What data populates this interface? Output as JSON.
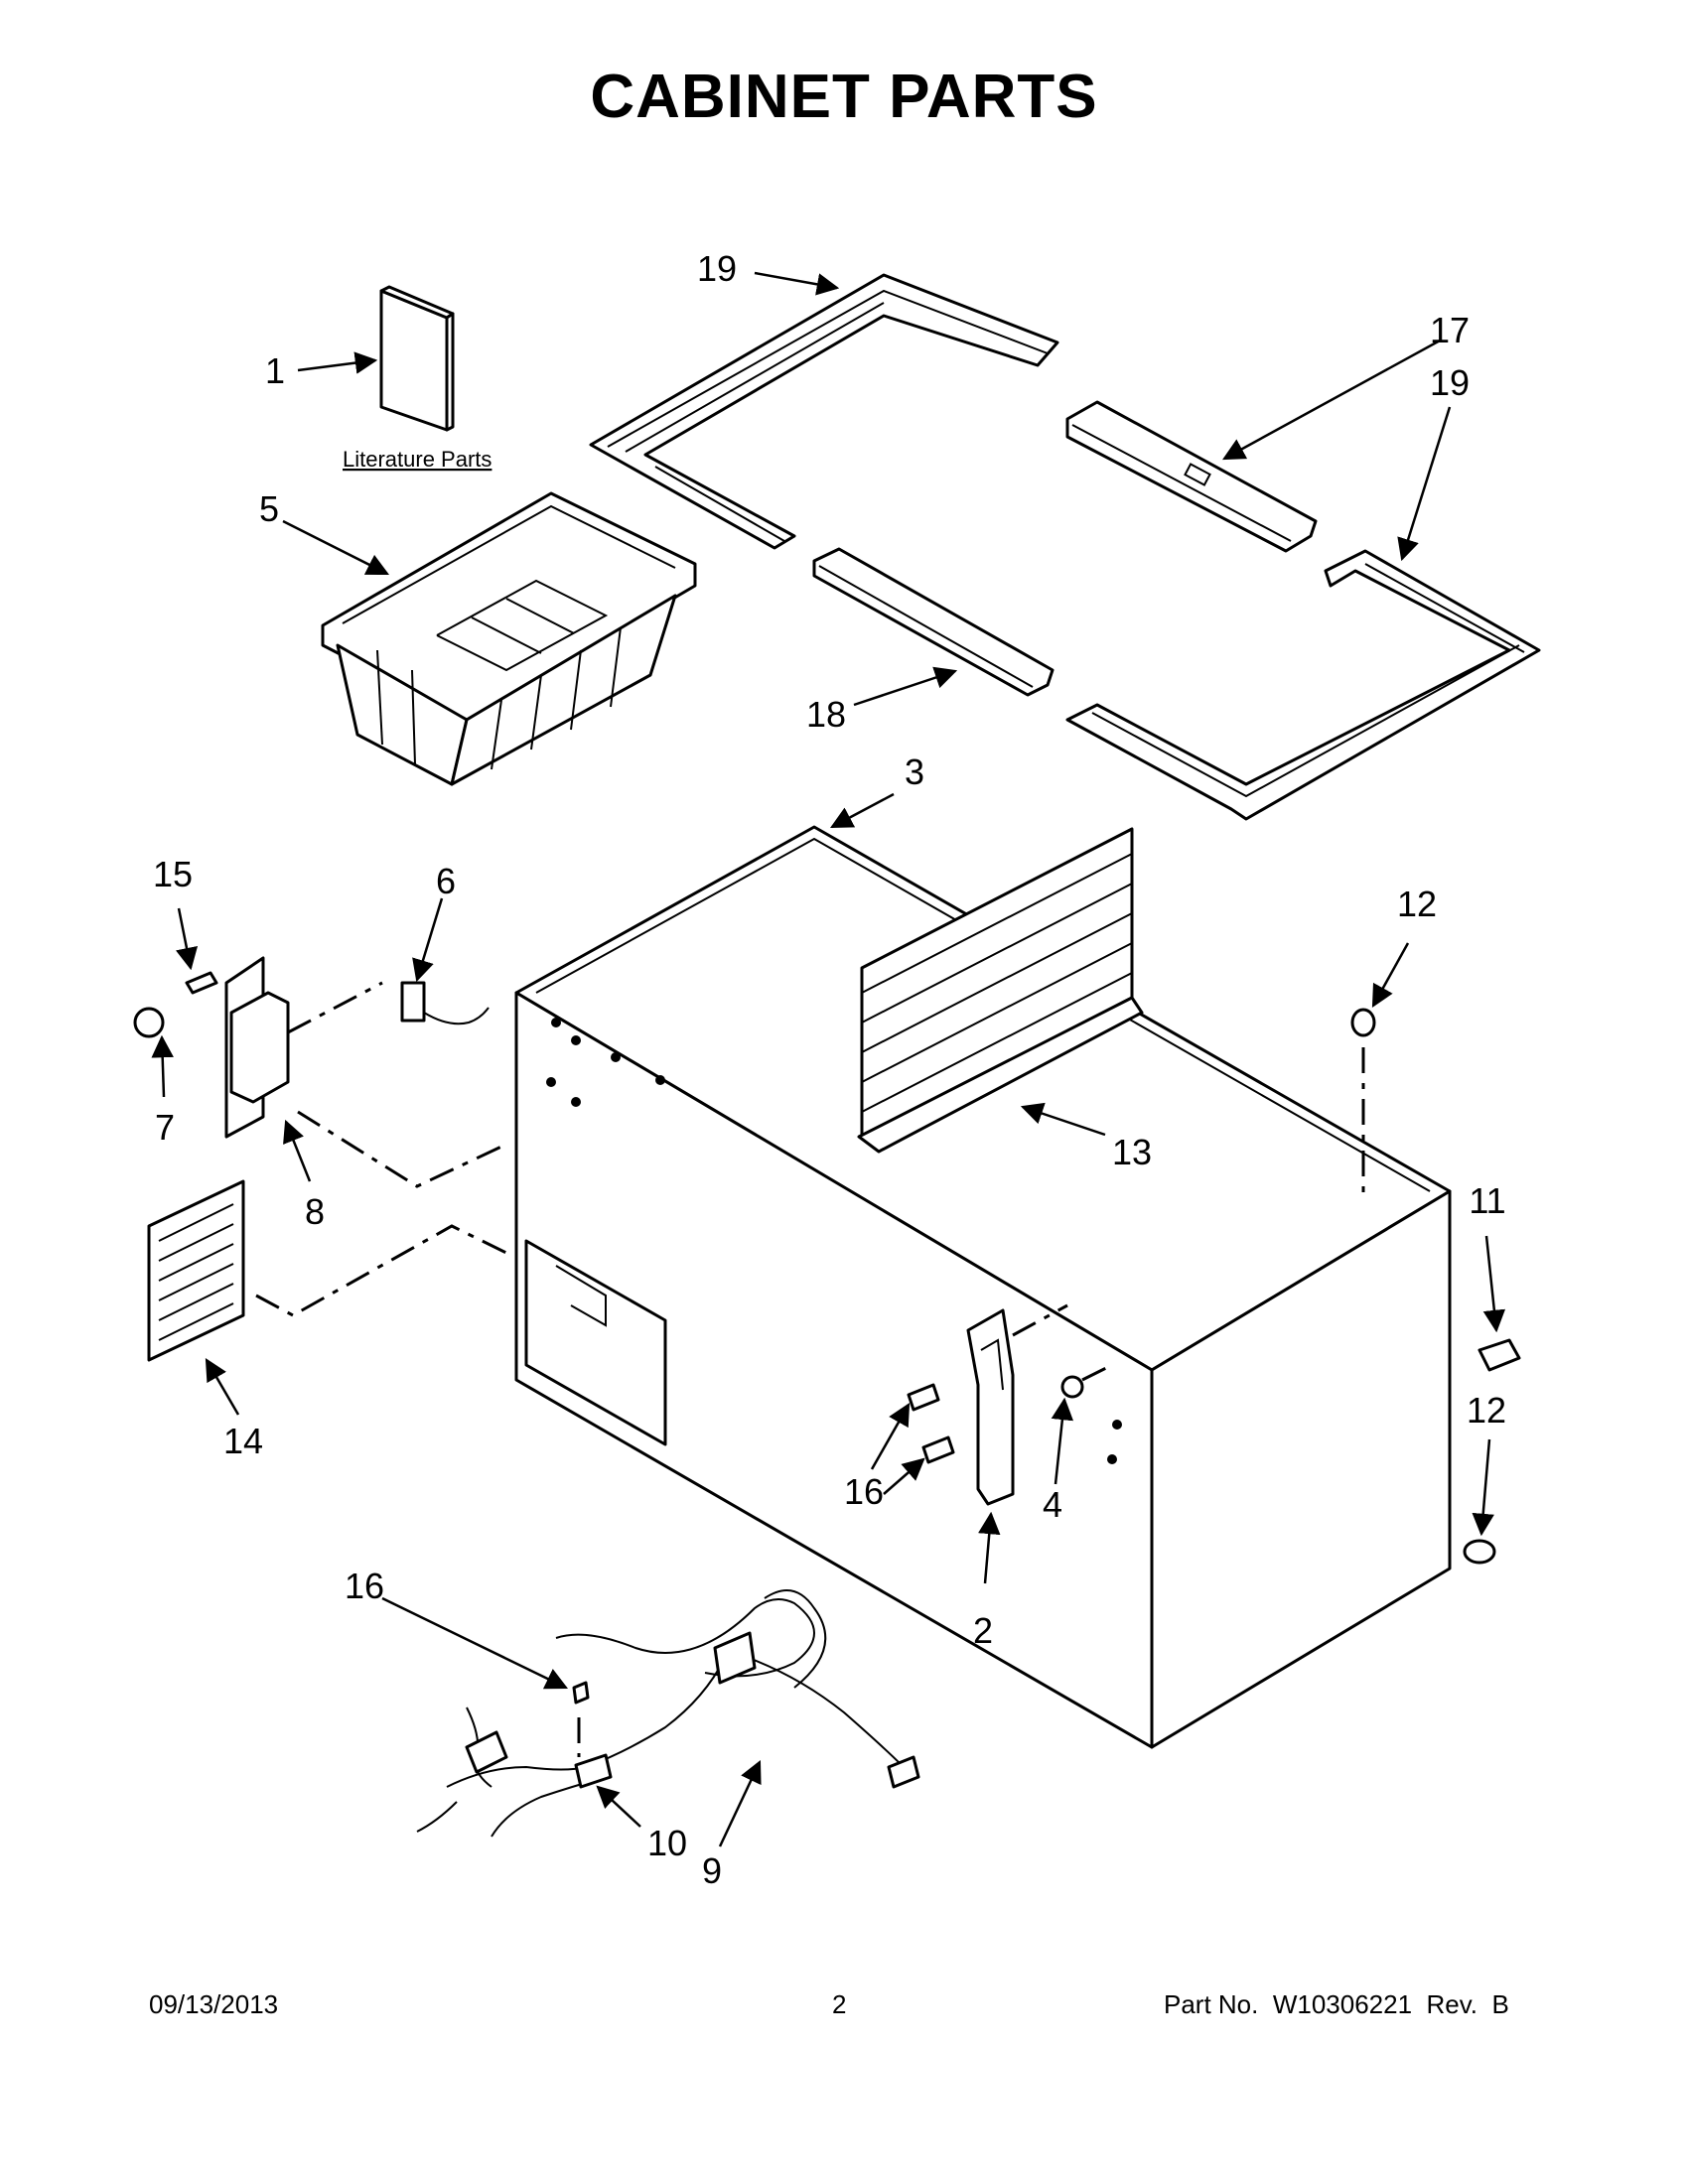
{
  "title": "CABINET PARTS",
  "literature_label": "Literature Parts",
  "callouts": {
    "c1": "1",
    "c2": "2",
    "c3": "3",
    "c4": "4",
    "c5": "5",
    "c6": "6",
    "c7": "7",
    "c8": "8",
    "c9": "9",
    "c10": "10",
    "c11": "11",
    "c12a": "12",
    "c12b": "12",
    "c13": "13",
    "c14": "14",
    "c15": "15",
    "c16a": "16",
    "c16b": "16",
    "c17": "17",
    "c18": "18",
    "c19a": "19",
    "c19b": "19"
  },
  "footer": {
    "date": "09/13/2013",
    "page": "2",
    "part_no": "Part No.  W10306221  Rev.  B"
  }
}
